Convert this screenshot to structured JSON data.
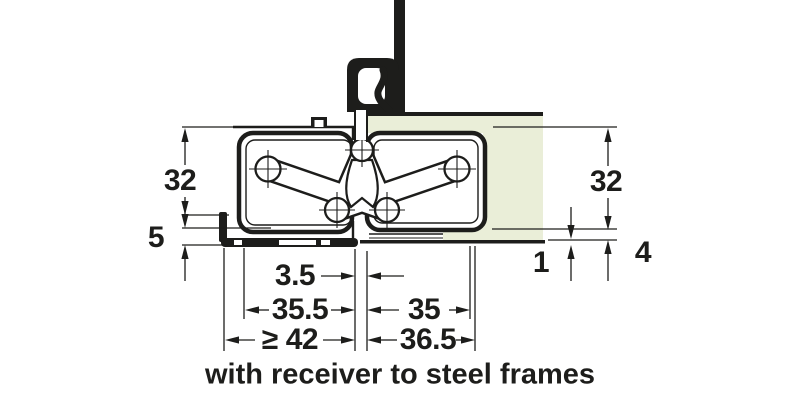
{
  "diagram": {
    "caption": "with receiver to steel frames",
    "colors": {
      "line": "#1d1d1b",
      "frame_fill": "#eaeed8",
      "background": "#ffffff"
    },
    "dimensions": {
      "left_depth": "32",
      "left_bottom_offset": "5",
      "right_depth": "32",
      "panel_gap": "1",
      "right_bottom_offset": "4",
      "rebate_gap": "3.5",
      "door_side_width": "35.5",
      "frame_side_width": "35",
      "min_backset": "≥ 42",
      "receiver_width": "36.5"
    }
  }
}
